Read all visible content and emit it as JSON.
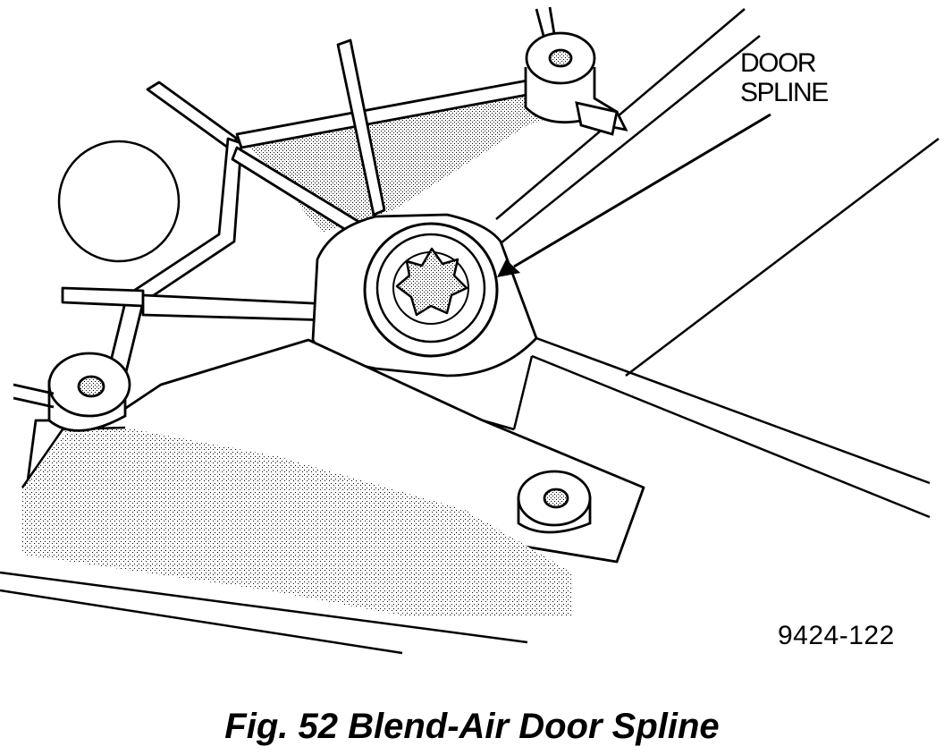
{
  "callout": {
    "line1": "DOOR",
    "line2": "SPLINE"
  },
  "figure_id": "9424-122",
  "caption": "Fig. 52 Blend-Air Door Spline"
}
